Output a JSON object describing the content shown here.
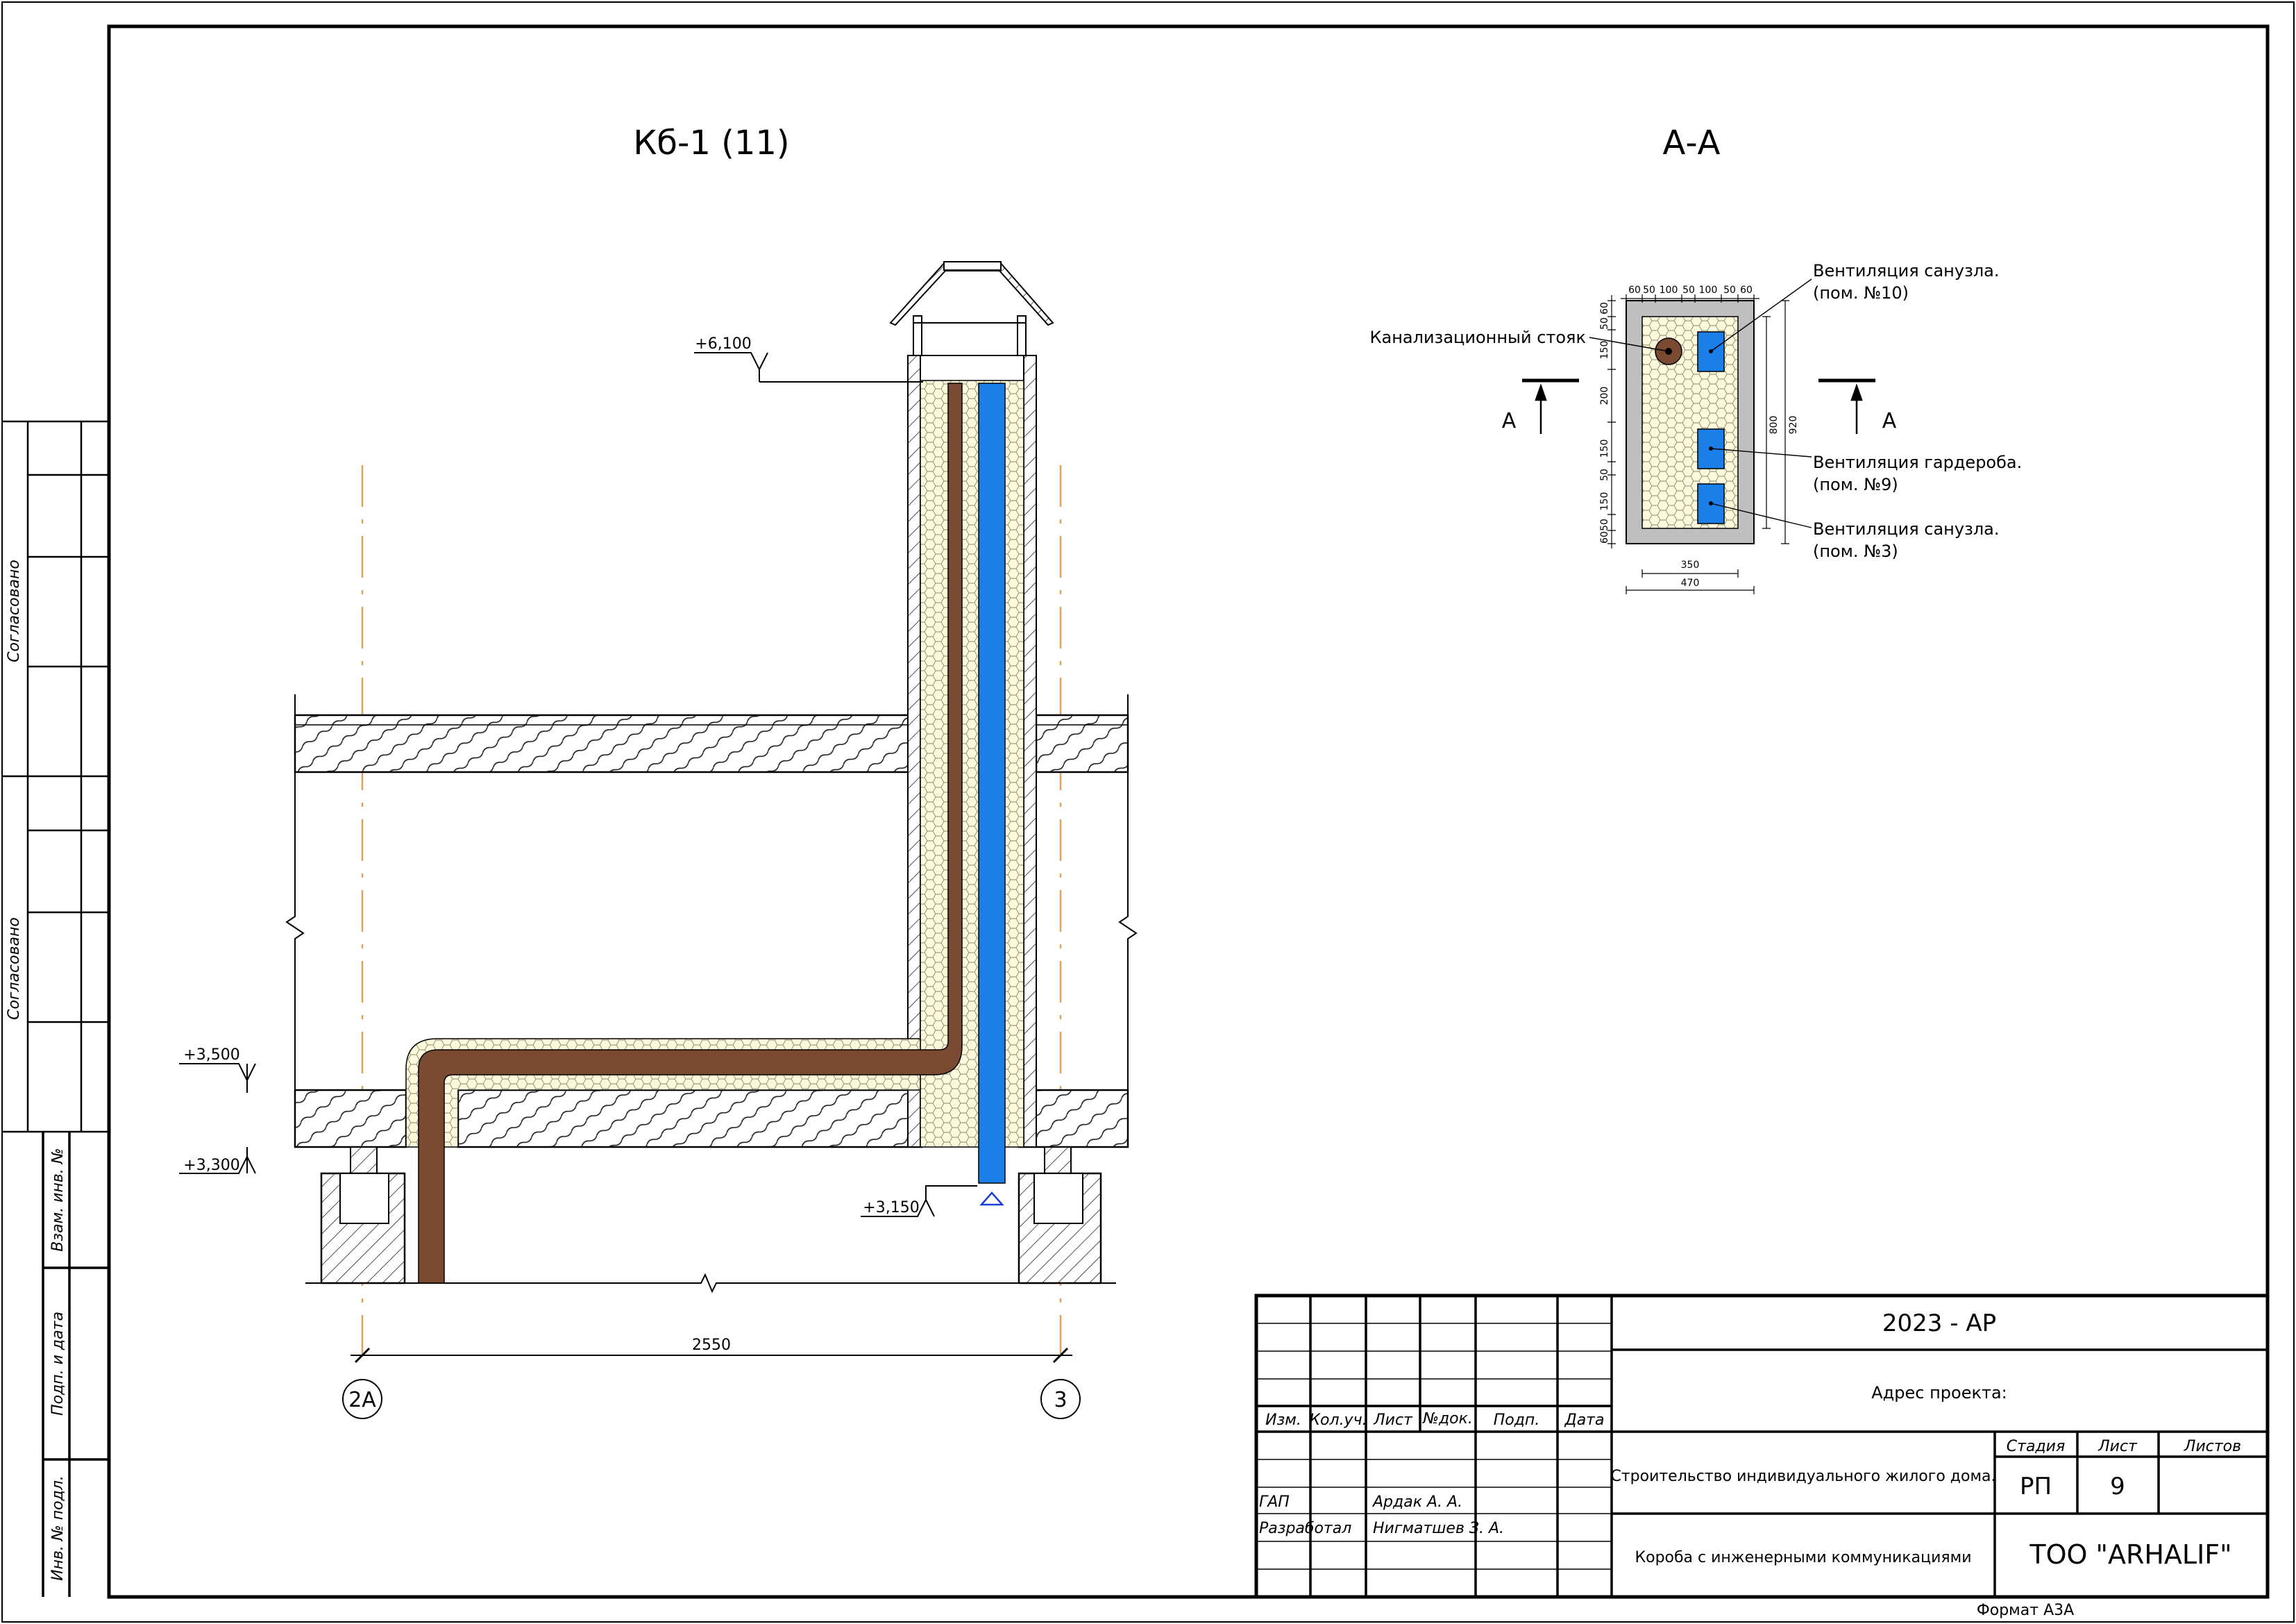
{
  "titles": {
    "left_view": "Кб-1 (11)",
    "right_view": "А-А"
  },
  "elevations": {
    "top": "+6,100",
    "slab_top": "+3,500",
    "slab_bottom": "+3,300",
    "pipe_end": "+3,150"
  },
  "dimensions": {
    "axis_span": "2550",
    "plan_top": [
      "60",
      "50",
      "100",
      "50",
      "100",
      "50",
      "60"
    ],
    "plan_left": [
      "60",
      "50",
      "150",
      "200",
      "150",
      "50",
      "150",
      "60",
      "50"
    ],
    "plan_inner_height": "800",
    "plan_outer_height": "920",
    "plan_inner_width": "350",
    "plan_outer_width": "470"
  },
  "axes": [
    "2А",
    "3"
  ],
  "section_marks": [
    "А",
    "А"
  ],
  "callouts": {
    "sewer": "Канализационный стояк",
    "vent1_line1": "Вентиляция санузла.",
    "vent1_line2": "(пом. №10)",
    "vent2_line1": "Вентиляция гардероба.",
    "vent2_line2": "(пом. №9)",
    "vent3_line1": "Вентиляция санузла.",
    "vent3_line2": "(пом. №3)"
  },
  "side_stamp": {
    "agreed_1": "Согласовано",
    "agreed_2": "Согласовано",
    "inv_swap": "Взам. инв. №",
    "sign_date": "Подп. и дата",
    "inv_orig": "Инв. № подл."
  },
  "title_block": {
    "code": "2023 - АР",
    "address_label": "Адрес проекта:",
    "headers": [
      "Изм.",
      "Кол.уч.",
      "Лист",
      "№док.",
      "Подп.",
      "Дата"
    ],
    "roles": [
      {
        "role": "ГАП",
        "name": "Ардак А. А."
      },
      {
        "role": "Разработал",
        "name": "Нигматшев З. А."
      }
    ],
    "project": "Строительство индивидуального жилого дома.",
    "sheet_title": "Короба с инженерными коммуникациями",
    "stage_label": "Стадия",
    "sheet_label": "Лист",
    "sheets_label": "Листов",
    "stage": "РП",
    "sheet": "9",
    "sheets": "",
    "company": "ТОО \"ARHALIF\"",
    "format": "Формат А3А"
  },
  "colors": {
    "sewer_pipe": "#7a4a32",
    "vent_duct": "#1a7fe8",
    "insulation": "#fbf8dc",
    "box_wall": "#bfbfbf",
    "axis_line": "#e0a060"
  }
}
